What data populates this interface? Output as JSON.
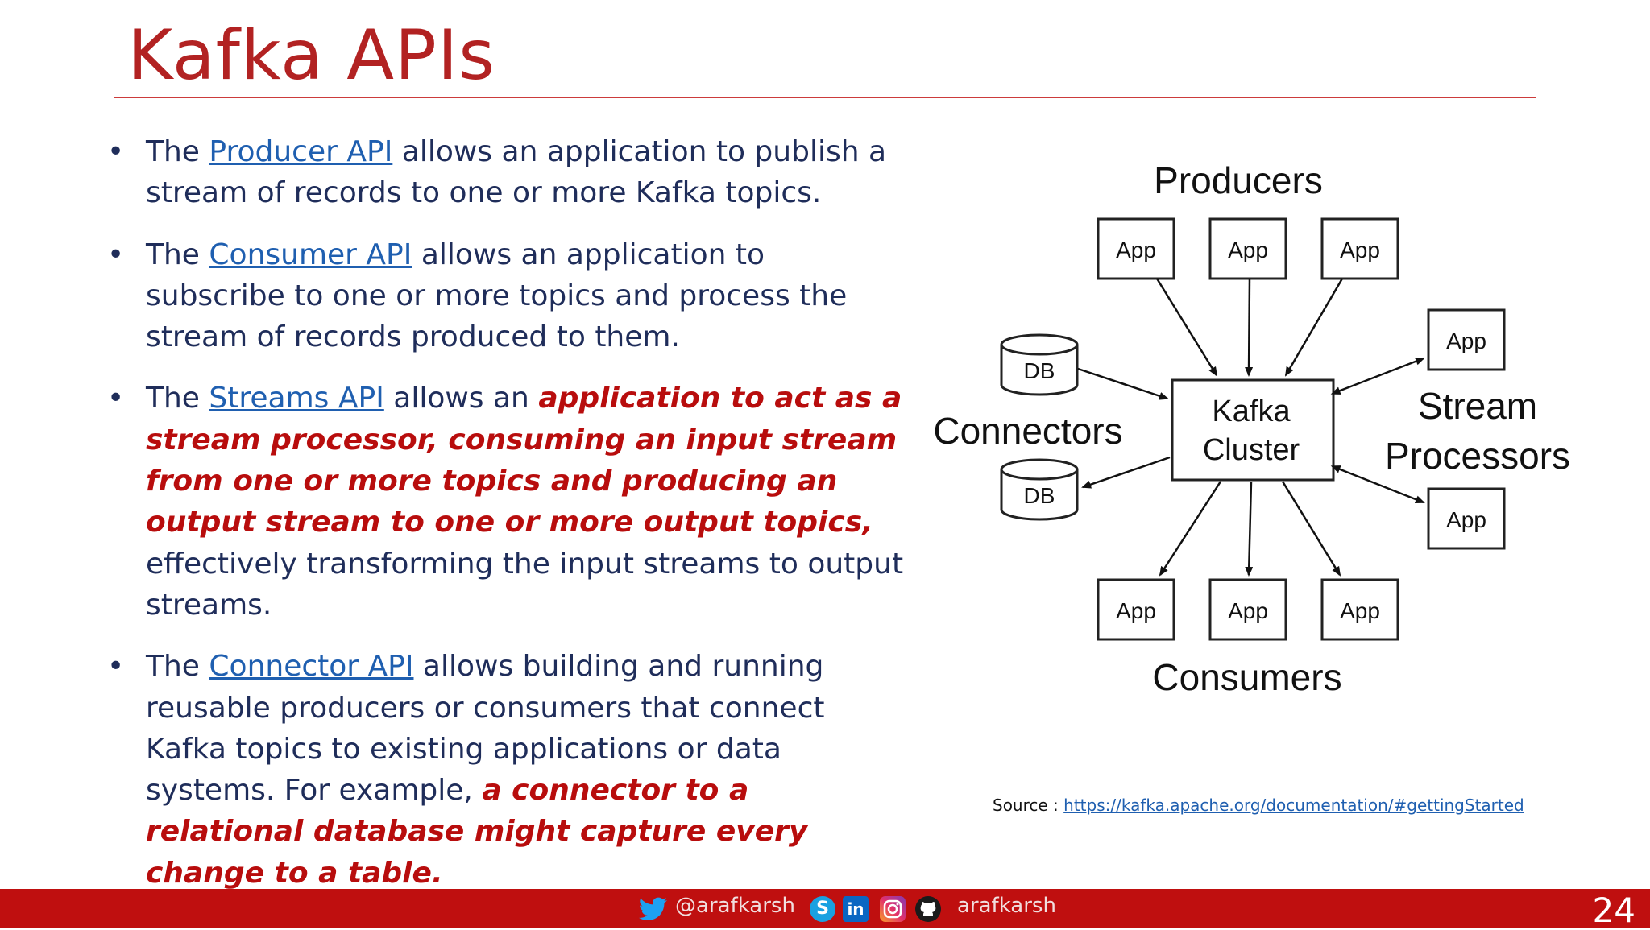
{
  "title": "Kafka APIs",
  "bullets": [
    {
      "prefix": "The ",
      "link": "Producer API",
      "text": " allows an application to publish a stream of records to one or more Kafka topics."
    },
    {
      "prefix": "The ",
      "link": "Consumer API",
      "text": " allows an application to subscribe to one or more topics and process the stream of records produced to them."
    },
    {
      "prefix": "The ",
      "link": "Streams API",
      "text_before": " allows an ",
      "emphasis": "application to act as a stream processor, consuming an input stream from one or more topics and producing an output stream to one or more output topics,",
      "text_after": " effectively transforming the input streams to output streams."
    },
    {
      "prefix": "The ",
      "link": "Connector API",
      "text_before": " allows building and running reusable producers or consumers that connect Kafka topics to existing applications or data systems. For example, ",
      "emphasis": "a connector to a relational database might capture every change to a table."
    }
  ],
  "diagram": {
    "producers_label": "Producers",
    "consumers_label": "Consumers",
    "connectors_label": "Connectors",
    "stream_label_line1": "Stream",
    "stream_label_line2": "Processors",
    "cluster_line1": "Kafka",
    "cluster_line2": "Cluster",
    "app_label": "App",
    "db_label": "DB"
  },
  "source": {
    "label": "Source : ",
    "url": "https://kafka.apache.org/documentation/#gettingStarted"
  },
  "footer": {
    "twitter_handle": "@arafkarsh",
    "github_handle": "arafkarsh",
    "page_number": "24"
  },
  "colors": {
    "accent": "#b22222",
    "footer_bg": "#bf0f0f",
    "link": "#1f5fb0",
    "emphasis": "#b80d0d"
  }
}
